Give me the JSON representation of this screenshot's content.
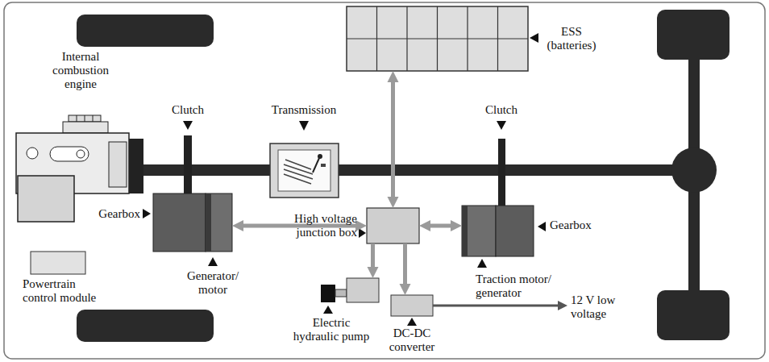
{
  "diagram": {
    "nodes": [
      {
        "text": [
          "ESS (batteries)"
        ]
      },
      {
        "text": [
          "Internal combustion engine"
        ]
      },
      {
        "text": [
          "Clutch"
        ]
      },
      {
        "text": [
          "Transmission"
        ]
      },
      {
        "text": [
          "Clutch"
        ]
      },
      {
        "text": [
          "Gearbox"
        ]
      },
      {
        "text": [
          "Generator/ motor"
        ]
      },
      {
        "text": [
          "High voltage junction box"
        ]
      },
      {
        "text": [
          "Traction motor/ generator"
        ]
      },
      {
        "text": [
          "Gearbox"
        ]
      },
      {
        "text": [
          "Powertrain control module"
        ]
      },
      {
        "text": [
          "Electric hydraulic pump"
        ]
      },
      {
        "text": [
          "DC-DC converter"
        ]
      }
    ],
    "edges": [
      {
        "from": 6,
        "to": 7,
        "arrow": "both"
      },
      {
        "from": 7,
        "to": 0,
        "arrow": "both"
      },
      {
        "from": 7,
        "to": 8,
        "arrow": "both"
      },
      {
        "from": 7,
        "to": 11,
        "arrow": "to"
      },
      {
        "from": 7,
        "to": 12,
        "arrow": "to"
      }
    ],
    "labels": [
      "12 V low voltage"
    ]
  }
}
